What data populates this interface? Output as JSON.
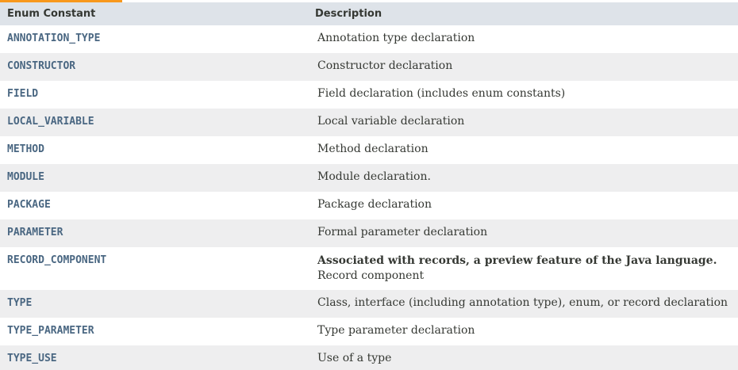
{
  "table": {
    "headers": {
      "constant": "Enum Constant",
      "description": "Description"
    },
    "rows": [
      {
        "constant": "ANNOTATION_TYPE",
        "description": "Annotation type declaration"
      },
      {
        "constant": "CONSTRUCTOR",
        "description": "Constructor declaration"
      },
      {
        "constant": "FIELD",
        "description": "Field declaration (includes enum constants)"
      },
      {
        "constant": "LOCAL_VARIABLE",
        "description": "Local variable declaration"
      },
      {
        "constant": "METHOD",
        "description": "Method declaration"
      },
      {
        "constant": "MODULE",
        "description": "Module declaration."
      },
      {
        "constant": "PACKAGE",
        "description": "Package declaration"
      },
      {
        "constant": "PARAMETER",
        "description": "Formal parameter declaration"
      },
      {
        "constant": "RECORD_COMPONENT",
        "note": "Associated with records, a preview feature of the Java language.",
        "description": "Record component"
      },
      {
        "constant": "TYPE",
        "description": "Class, interface (including annotation type), enum, or record declaration"
      },
      {
        "constant": "TYPE_PARAMETER",
        "description": "Type parameter declaration"
      },
      {
        "constant": "TYPE_USE",
        "description": "Use of a type"
      }
    ]
  },
  "colors": {
    "header_bg": "#dee3e9",
    "alt_row_bg": "#eeeeef",
    "accent": "#f8981d",
    "link_text": "#4a6782",
    "body_text": "#353833"
  }
}
